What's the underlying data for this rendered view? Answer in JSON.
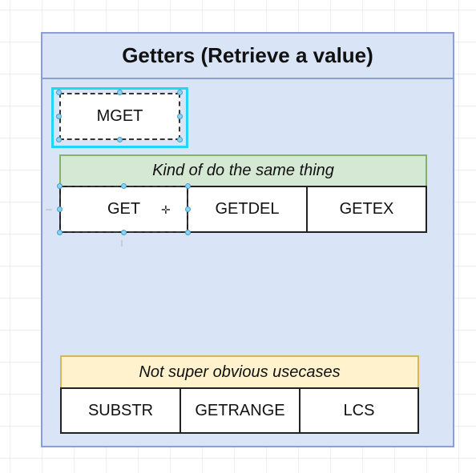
{
  "title": "Getters (Retrieve a value)",
  "selected_box": {
    "label": "MGET"
  },
  "group_same": {
    "header": "Kind of do the same thing",
    "items": [
      "GET",
      "GETDEL",
      "GETEX"
    ]
  },
  "group_other": {
    "header": "Not super obvious usecases",
    "items": [
      "SUBSTR",
      "GETRANGE",
      "LCS"
    ]
  },
  "colors": {
    "panel_fill": "#dae4f7",
    "panel_border": "#8aa0d4",
    "green_header": "#d5e8d4",
    "green_border": "#82b366",
    "yellow_header": "#fff2cc",
    "yellow_border": "#d6b656",
    "selection": "#1fd6f3"
  },
  "icons": [
    "plus-cursor-icon"
  ]
}
